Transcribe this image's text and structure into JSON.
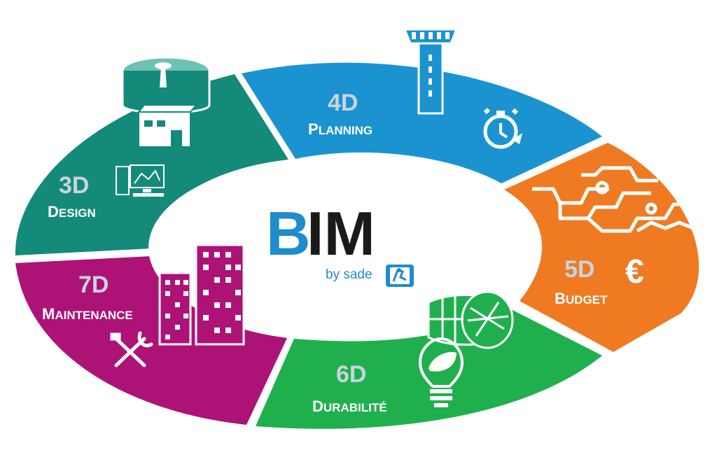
{
  "logo": {
    "b": "B",
    "im": "IM",
    "byline": "by sade"
  },
  "segments": [
    {
      "key": "design",
      "dimension": "3D",
      "name_cap": "D",
      "name_rest": "ESIGN",
      "color": "#138a7a"
    },
    {
      "key": "planning",
      "dimension": "4D",
      "name_cap": "P",
      "name_rest": "LANNING",
      "color": "#1b93d1"
    },
    {
      "key": "budget",
      "dimension": "5D",
      "name_cap": "B",
      "name_rest": "UDGET",
      "color": "#ef7a22"
    },
    {
      "key": "durabilite",
      "dimension": "6D",
      "name_cap": "D",
      "name_rest": "URABILITÉ",
      "color": "#1fb04d"
    },
    {
      "key": "maintenance",
      "dimension": "7D",
      "name_cap": "M",
      "name_rest": "AINTENANCE",
      "color": "#ad1277"
    }
  ],
  "icons": [
    "water-tank-building-icon",
    "computer-workstation-icon",
    "control-tower-icon",
    "stopwatch-icon",
    "pipe-network-icon",
    "euro-icon",
    "pipe-cylinder-icon",
    "eco-bulb-icon",
    "buildings-icon",
    "tools-icon",
    "sade-logo-icon"
  ]
}
